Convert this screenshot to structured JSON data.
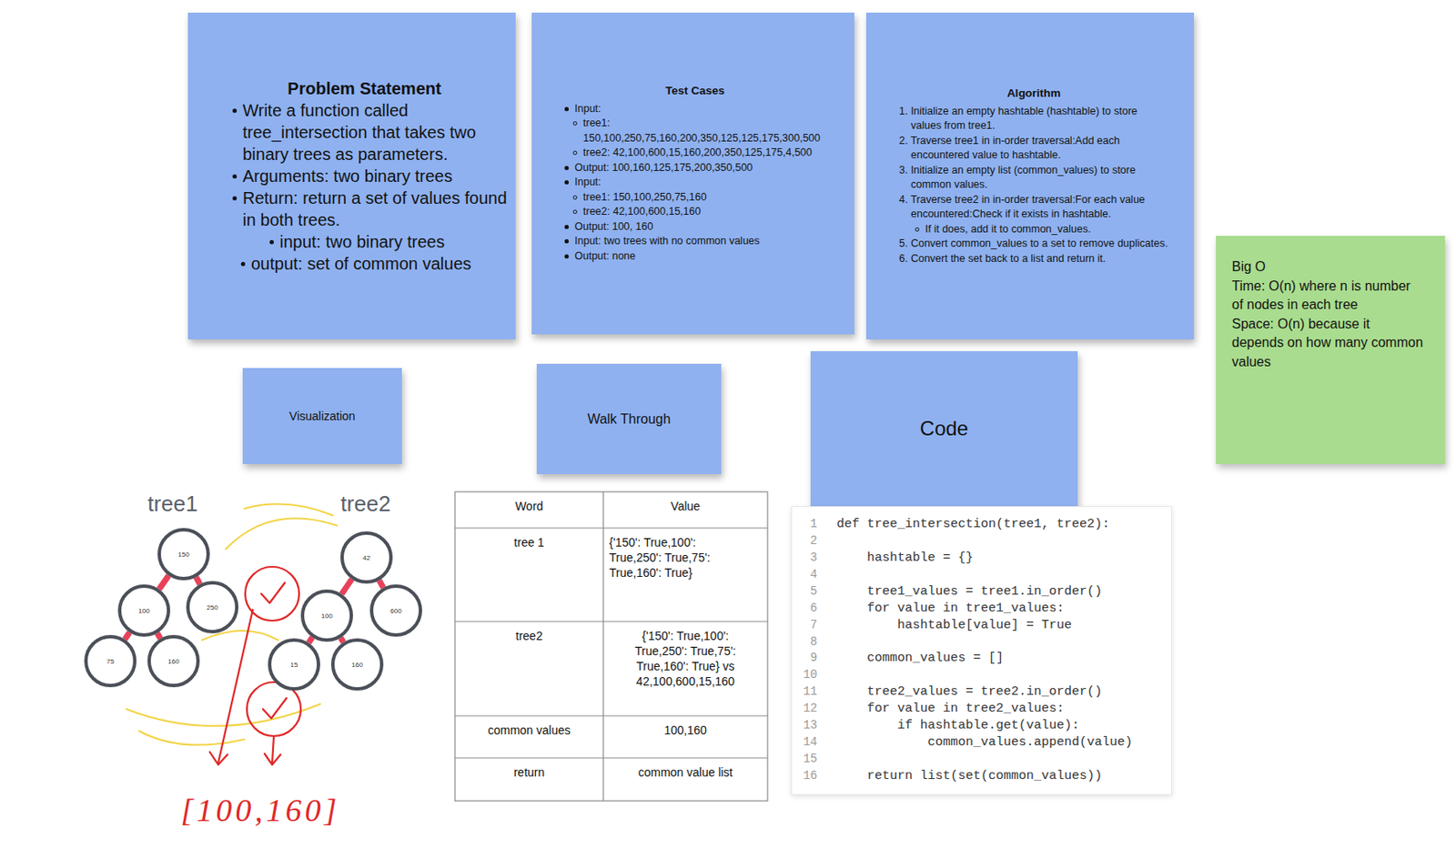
{
  "diagram": {
    "nodes": [
      {
        "text": [
          "Problem Statement",
          "Write a function called tree_intersection that takes two binary trees as parameters.",
          "Arguments: two binary trees",
          "Return: return a set of values found in both trees.",
          "input: two binary trees",
          "output: set of common values"
        ]
      },
      {
        "text": [
          "Test Cases",
          "Input:",
          "tree1: 150,100,250,75,160,200,350,125,125,175,300,500",
          "tree2: 42,100,600,15,160,200,350,125,175,4,500",
          "Output: 100,160,125,175,200,350,500",
          "Input:",
          "tree1: 150,100,250,75,160",
          "tree2: 42,100,600,15,160",
          "Output: 100, 160",
          "Input: two trees with no common values",
          "Output: none"
        ]
      },
      {
        "text": [
          "Algorithm",
          "1. Initialize an empty hashtable (hashtable) to store values from tree1.",
          "2. Traverse tree1 in in-order traversal:Add each encountered value to hashtable.",
          "3. Initialize an empty list (common_values) to store common values.",
          "4. Traverse tree2 in in-order traversal:For each value encountered:Check if it exists in hashtable.",
          "If it does, add it to common_values.",
          "5. Convert common_values to a set to remove duplicates.",
          "6. Convert the set back to a list and return it."
        ]
      },
      {
        "text": [
          "Big O",
          "Time: O(n) where n is number of nodes in each tree",
          "Space: O(n) because it depends on how many common values"
        ]
      },
      {
        "text": [
          "Visualization"
        ]
      },
      {
        "text": [
          "Walk Through"
        ]
      },
      {
        "text": [
          "Code"
        ]
      },
      {
        "text": [
          "150"
        ]
      },
      {
        "text": [
          "100"
        ]
      },
      {
        "text": [
          "250"
        ]
      },
      {
        "text": [
          "75"
        ]
      },
      {
        "text": [
          "160"
        ]
      },
      {
        "text": [
          "42"
        ]
      },
      {
        "text": [
          "100"
        ]
      },
      {
        "text": [
          "600"
        ]
      },
      {
        "text": [
          "15"
        ]
      },
      {
        "text": [
          "160"
        ]
      },
      {
        "text": [
          "def tree_intersection(tree1, tree2):",
          "hashtable = {}",
          "tree1_values = tree1.in_order()",
          "for value in tree1_values:",
          "hashtable[value] = True",
          "common_values = []",
          "tree2_values = tree2.in_order()",
          "for value in tree2_values:",
          "if hashtable.get(value):",
          "common_values.append(value)",
          "return list(set(common_values))"
        ]
      }
    ],
    "edges": [
      {
        "from": 7,
        "to": 8,
        "arrow": "none"
      },
      {
        "from": 7,
        "to": 9,
        "arrow": "none"
      },
      {
        "from": 8,
        "to": 10,
        "arrow": "none"
      },
      {
        "from": 8,
        "to": 11,
        "arrow": "none"
      },
      {
        "from": 12,
        "to": 13,
        "arrow": "none"
      },
      {
        "from": 12,
        "to": 14,
        "arrow": "none"
      },
      {
        "from": 13,
        "to": 15,
        "arrow": "none"
      },
      {
        "from": 13,
        "to": 16,
        "arrow": "none"
      }
    ],
    "labels": [
      "tree1",
      "tree2",
      "[100,160]",
      "Word",
      "Value",
      "tree 1",
      "{'150': True,100': True,250': True,75': True,160': True}",
      "tree2",
      "{'150': True,100': True,250': True,75': True,160': True} vs 42,100,600,15,160",
      "common values",
      "100,160",
      "return",
      "common value list",
      "1",
      "2",
      "3",
      "4",
      "5",
      "6",
      "7",
      "8",
      "9",
      "10",
      "11",
      "12",
      "13",
      "14",
      "15",
      "16"
    ]
  }
}
